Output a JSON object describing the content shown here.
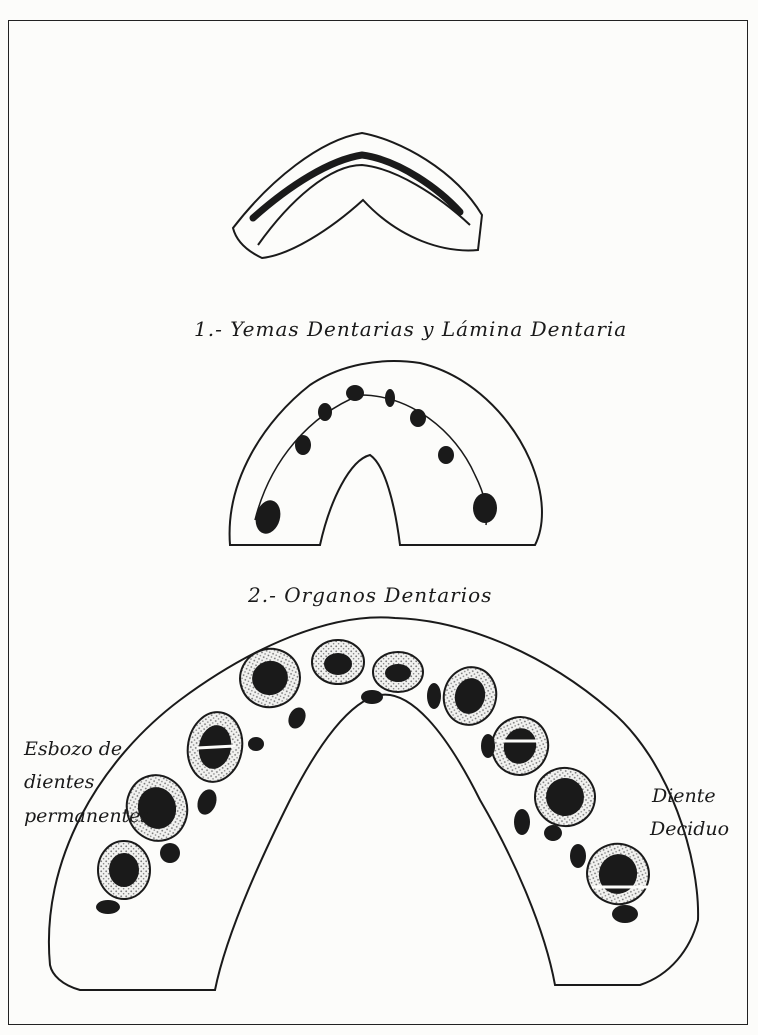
{
  "figure": {
    "caption_1": "1.- Yemas Dentarias y Lámina Dentaria",
    "caption_2": "2.- Organos Dentarios",
    "label_left_1": "Esbozo de",
    "label_left_2": "dientes",
    "label_left_3": "permanentes",
    "label_right_1": "Diente",
    "label_right_2": "Deciduo"
  },
  "colors": {
    "ink": "#1a1a1a",
    "paper": "#fcfcfa",
    "stipple": "#8a8a8a"
  }
}
